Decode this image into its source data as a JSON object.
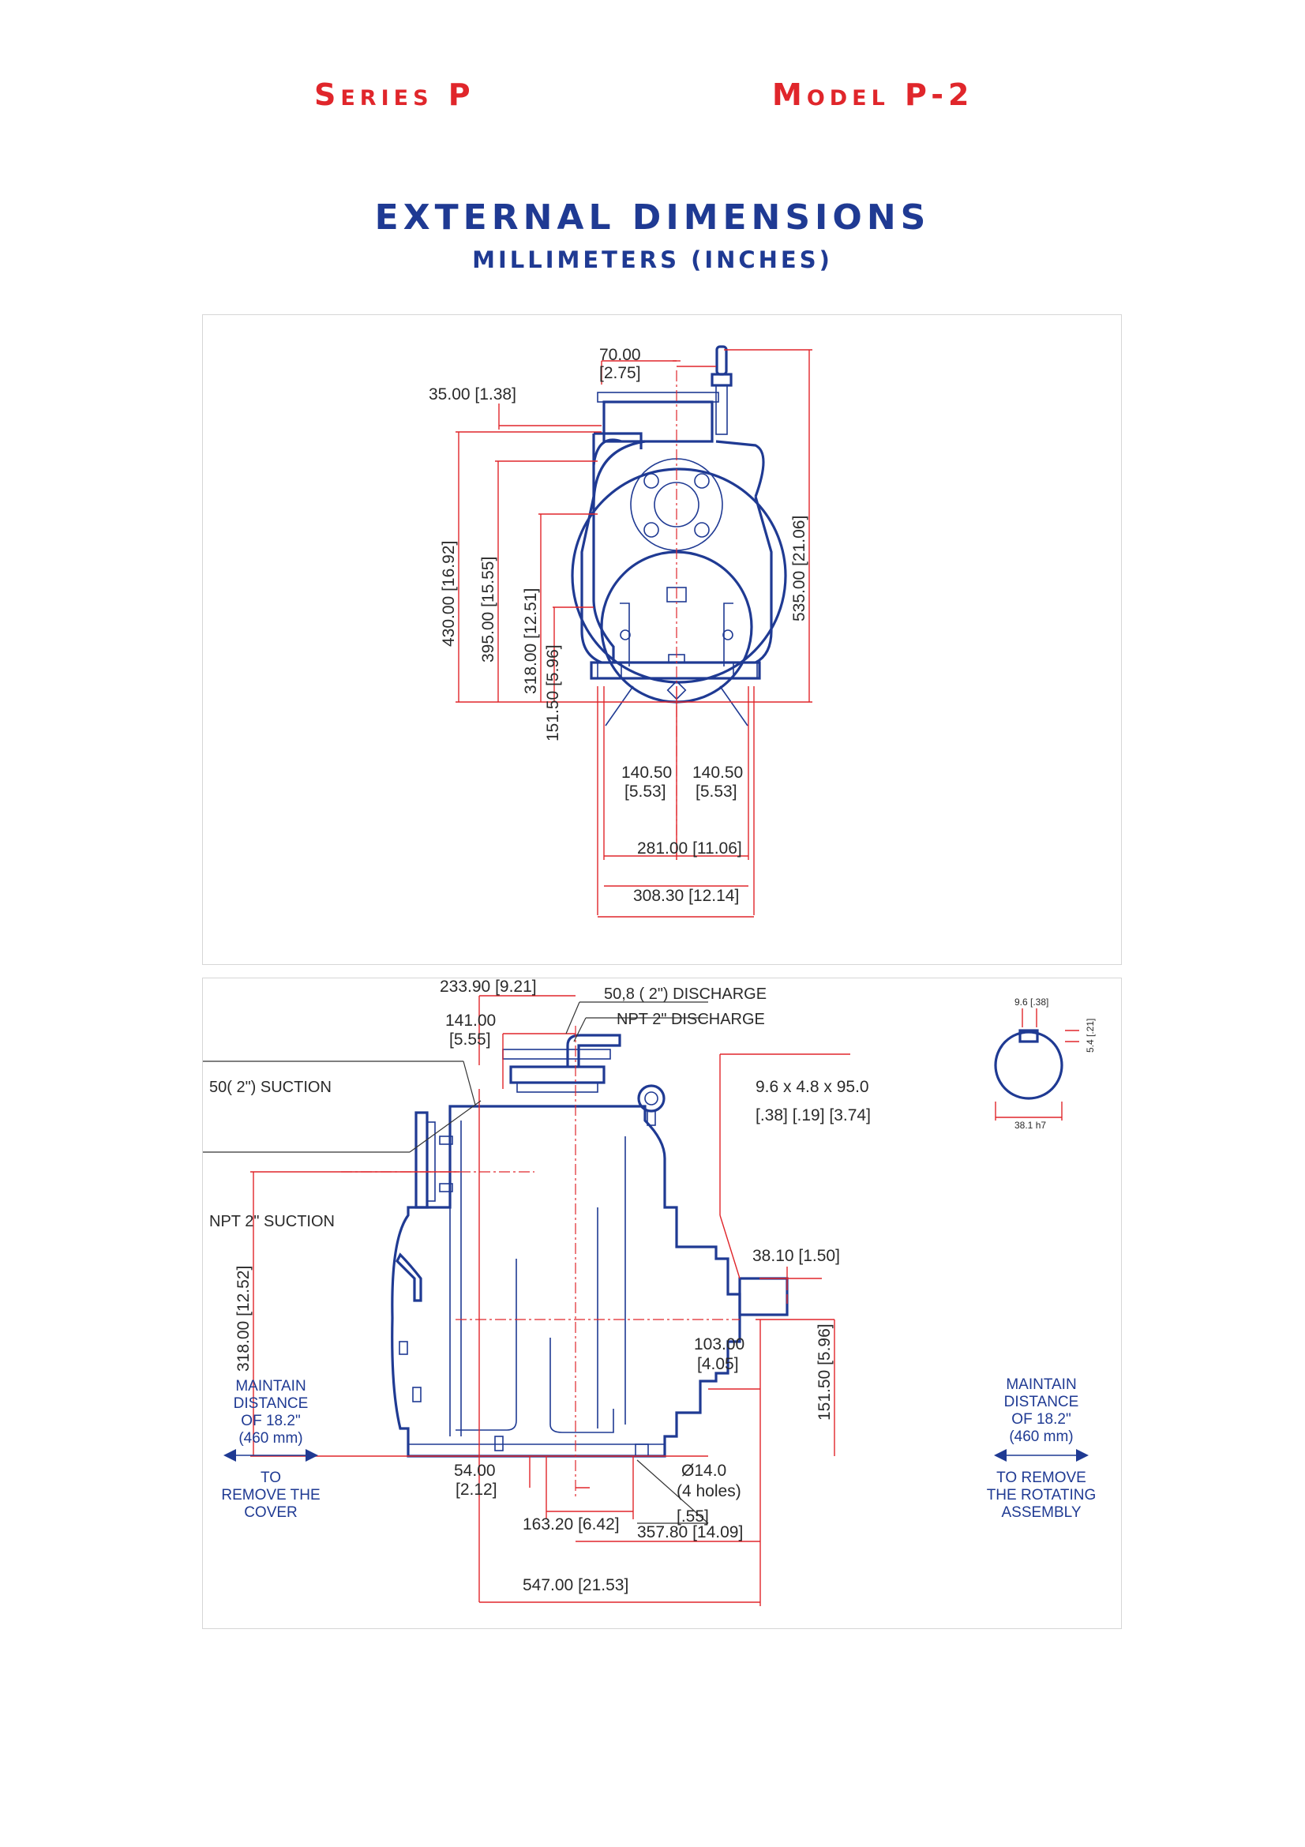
{
  "header": {
    "series": "Series P",
    "model": "Model P-2",
    "title": "EXTERNAL DIMENSIONS",
    "subtitle": "MILLIMETERS (INCHES)"
  },
  "colors": {
    "accent_red": "#e0262b",
    "brand_blue": "#1f3a93"
  },
  "front_view": {
    "dims": {
      "top_70": "70.00",
      "top_70_in": "[2.75]",
      "d35": "35.00  [1.38]",
      "h430": "430.00 [16.92]",
      "h395": "395.00 [15.55]",
      "h318": "318.00 [12.51]",
      "h151": "151.50 [5.96]",
      "h535": "535.00 [21.06]",
      "w140a": "140.50",
      "w140a_in": "[5.53]",
      "w140b": "140.50",
      "w140b_in": "[5.53]",
      "w281": "281.00  [11.06]",
      "w308": "308.30  [12.14]"
    }
  },
  "side_view": {
    "dims": {
      "d233": "233.90 [9.21]",
      "discharge_508": "50,8 ( 2\") DISCHARGE",
      "discharge_npt": "NPT 2\" DISCHARGE",
      "d141": "141.00",
      "d141_in": "[5.55]",
      "suction_50": "50( 2\") SUCTION",
      "suction_npt": "NPT 2\" SUCTION",
      "key": "9.6  x  4.8  x  95.0",
      "key_in": "[.38]  [.19]  [3.74]",
      "d38": "38.10  [1.50]",
      "h318": "318.00 [12.52]",
      "d103": "103.00",
      "d103_in": "[4.05]",
      "h151": "151.50 [5.96]",
      "d54": "54.00",
      "d54_in": "[2.12]",
      "hole": "Ø14.0",
      "hole_count": "(4 holes)",
      "hole_in": "[.55]",
      "d163": "163.20  [6.42]",
      "d357": "357.80  [14.09]",
      "d547": "547.00  [21.53]"
    },
    "shaft_detail": {
      "w": "9.6 [.38]",
      "h": "5.4 [.21]",
      "dia": "38.1 h7"
    },
    "left_note": {
      "l1": "MAINTAIN",
      "l2": "DISTANCE",
      "l3": "OF 18.2\"",
      "l4": "(460 mm)",
      "l5": "TO",
      "l6": "REMOVE THE",
      "l7": "COVER"
    },
    "right_note": {
      "l1": "MAINTAIN",
      "l2": "DISTANCE",
      "l3": "OF 18.2\"",
      "l4": "(460 mm)",
      "l5": "TO REMOVE",
      "l6": "THE ROTATING",
      "l7": "ASSEMBLY"
    }
  }
}
